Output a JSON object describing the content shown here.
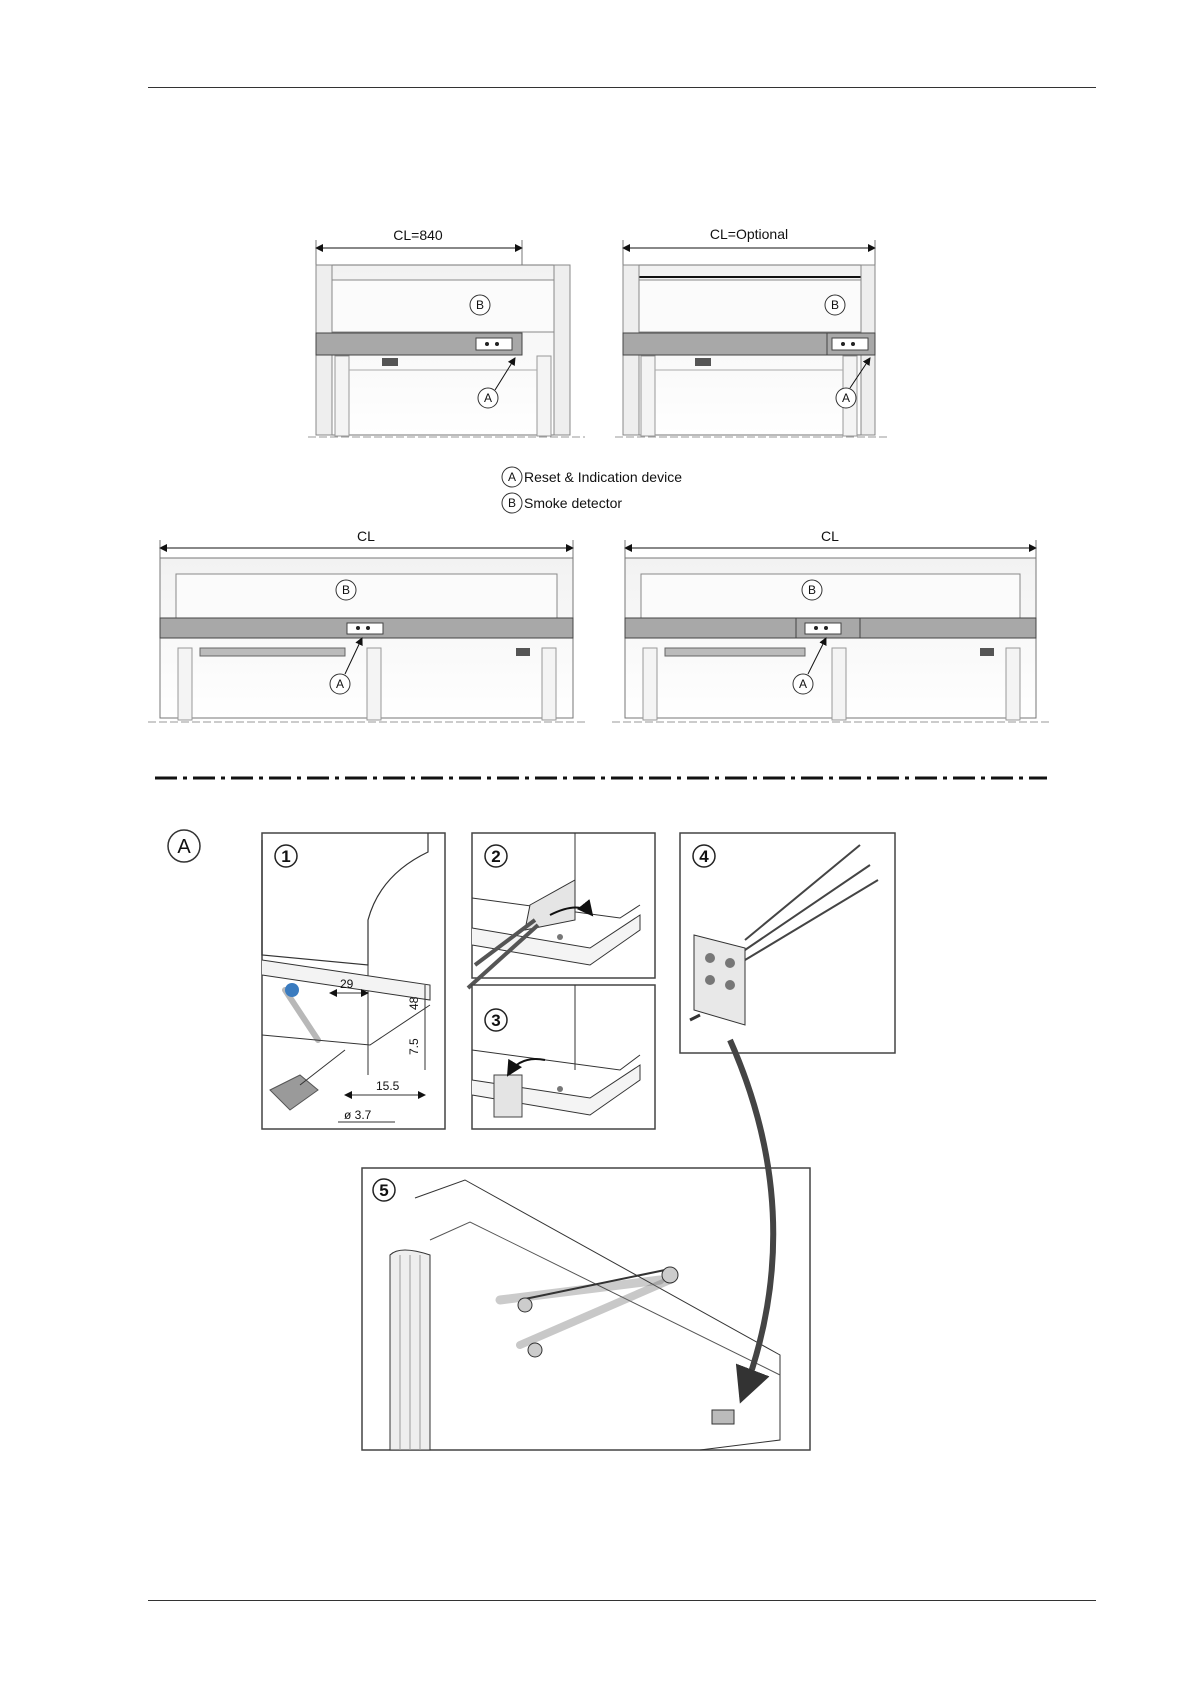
{
  "figures": {
    "top_left": {
      "dimension_label": "CL=840"
    },
    "top_right": {
      "dimension_label": "CL=Optional"
    },
    "bottom_left": {
      "dimension_label": "CL"
    },
    "bottom_right": {
      "dimension_label": "CL"
    },
    "callout_a": "A",
    "callout_b": "B"
  },
  "legend": [
    {
      "letter": "A",
      "text": "Reset & Indication device"
    },
    {
      "letter": "B",
      "text": "Smoke detector"
    }
  ],
  "detail": {
    "section_letter": "A",
    "steps": [
      {
        "number": "1"
      },
      {
        "number": "2"
      },
      {
        "number": "3"
      },
      {
        "number": "4"
      },
      {
        "number": "5"
      }
    ],
    "dimensions": {
      "d1": "29",
      "d2": "48",
      "d3": "7.5",
      "d4": "15.5",
      "d5": "ø 3.7"
    }
  }
}
